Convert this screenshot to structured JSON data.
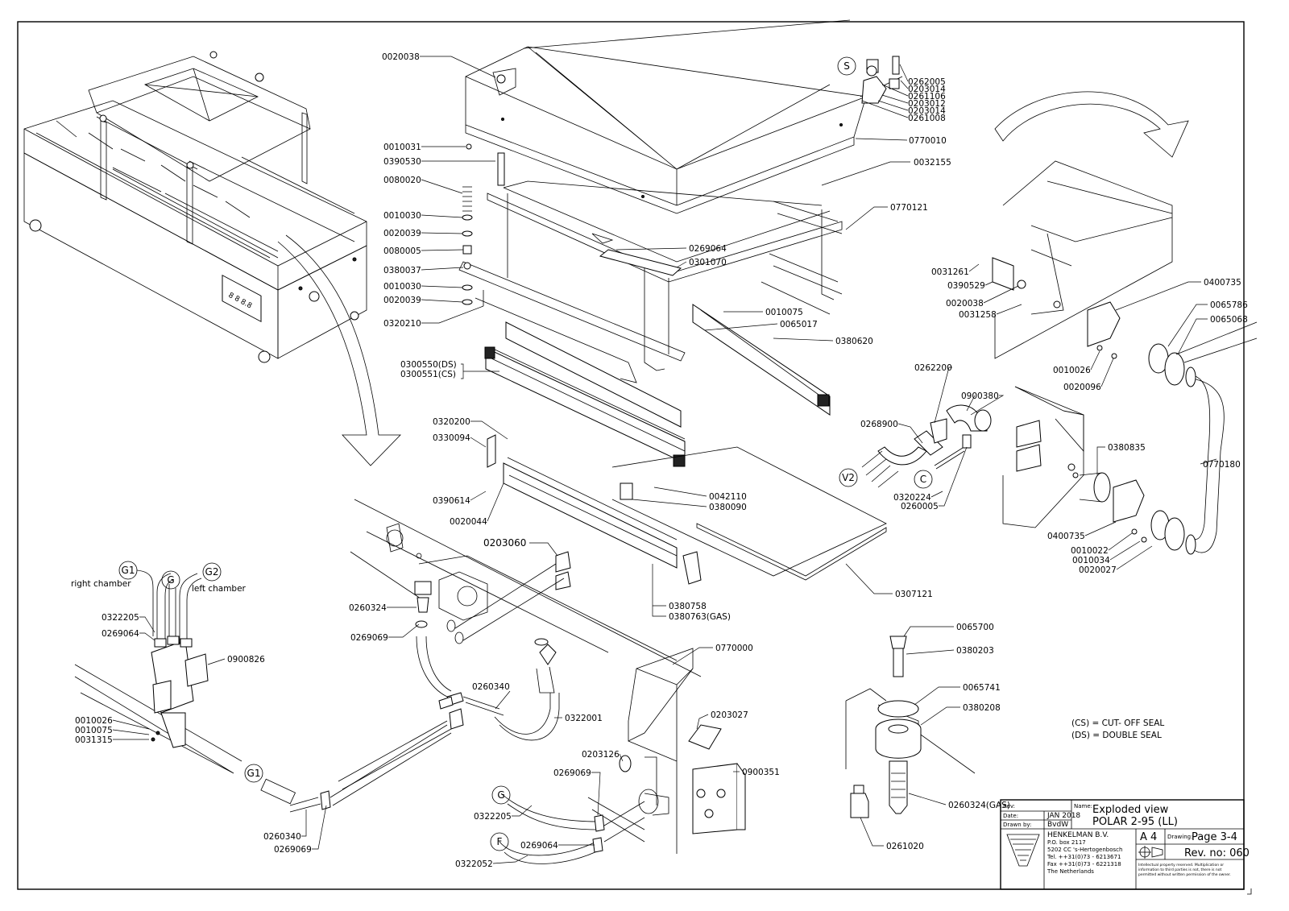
{
  "part_labels": {
    "p0020038a": "0020038",
    "p0010031": "0010031",
    "p0390530": "0390530",
    "p0080020": "0080020",
    "p0010030a": "0010030",
    "p0020039a": "0020039",
    "p0080005": "0080005",
    "p0380037": "0380037",
    "p0010030b": "0010030",
    "p0020039b": "0020039",
    "p0320210": "0320210",
    "p0300550": "0300550(DS)",
    "p0300551": "0300551(CS)",
    "p0320200": "0320200",
    "p0330094": "0330094",
    "p0390614": "0390614",
    "p0020044": "0020044",
    "p0262005": "0262005",
    "p0203014a": "0203014",
    "p0261106": "0261106",
    "p0203012": "0203012",
    "p0203014b": "0203014",
    "p0261008": "0261008",
    "p0770010": "0770010",
    "p0032155": "0032155",
    "p0770121": "0770121",
    "p0269064a": "0269064",
    "p0301070": "0301070",
    "p0010075a": "0010075",
    "p0065017": "0065017",
    "p0380620": "0380620",
    "p0042110": "0042110",
    "p0380090": "0380090",
    "p0380758": "0380758",
    "p0380763": "0380763(GAS)",
    "p0307121": "0307121",
    "p0031261": "0031261",
    "p0390529": "0390529",
    "p0020038b": "0020038",
    "p0031258": "0031258",
    "p0400735a": "0400735",
    "p0065786": "0065786",
    "p0065068": "0065068",
    "p0010026a": "0010026",
    "p0020096": "0020096",
    "p0262200": "0262200",
    "p0900380": "0900380",
    "p0268900": "0268900",
    "p0320224": "0320224",
    "p0260005": "0260005",
    "p0380835": "0380835",
    "p0770180": "0770180",
    "p0400735b": "0400735",
    "p0010022": "0010022",
    "p0010034": "0010034",
    "p0020027": "0020027",
    "p0203060": "0203060",
    "p0260324a": "0260324",
    "p0269069a": "0269069",
    "p0260340a": "0260340",
    "p0322001": "0322001",
    "p0770000": "0770000",
    "p0203027": "0203027",
    "p0203126": "0203126",
    "p0269069b": "0269069",
    "p0900351": "0900351",
    "p0322205b": "0322205",
    "p0269064c": "0269064",
    "p0322052": "0322052",
    "p0260340b": "0260340",
    "p0269069c": "0269069",
    "p0322205a": "0322205",
    "p0269064b": "0269064",
    "p0900826": "0900826",
    "p0010026b": "0010026",
    "p0010075b": "0010075",
    "p0031315": "0031315",
    "p0065700": "0065700",
    "p0380203": "0380203",
    "p0065741": "0065741",
    "p0380208": "0380208",
    "p0260324b": "0260324(GAS)",
    "p0261020": "0261020"
  },
  "callouts": {
    "S": "S",
    "V2": "V2",
    "C": "C",
    "G1_top": "G1",
    "G": "G",
    "G2": "G2",
    "G1_bottom": "G1",
    "G_bottom": "G",
    "F": "F"
  },
  "chamber_labels": {
    "right": "right chamber",
    "left": "left chamber"
  },
  "display_readout": "8 8 8.8",
  "legend": {
    "cs": "(CS) = CUT- OFF SEAL",
    "ds": "(DS) = DOUBLE SEAL"
  },
  "title_block": {
    "rev_label": "Rev:",
    "date_label": "Date:",
    "date_value": "JAN 2018",
    "drawn_label": "Drawn by:",
    "drawn_value": "BvdW",
    "name_label": "Name:",
    "name_line1": "Exploded view",
    "name_line2": "POLAR 2-95 (LL)",
    "company": "HENKELMAN B.V.",
    "address_lines": [
      "P.O. box  2117",
      "5202  CC  's-Hertogenbosch",
      "Tel.  ++31(0)73  -  6213671",
      "Fax  ++31(0)73  -  6221318",
      "The Netherlands"
    ],
    "format": "A 4",
    "drawing_label": "Drawing:",
    "drawing_value": "Page 3-4",
    "rev_value": "Rev. no: 060",
    "copyright": [
      "Intellectual property reserved. Multiplication or",
      "information to third parties is not, there is not",
      "permitted without written permission of the owner."
    ]
  }
}
